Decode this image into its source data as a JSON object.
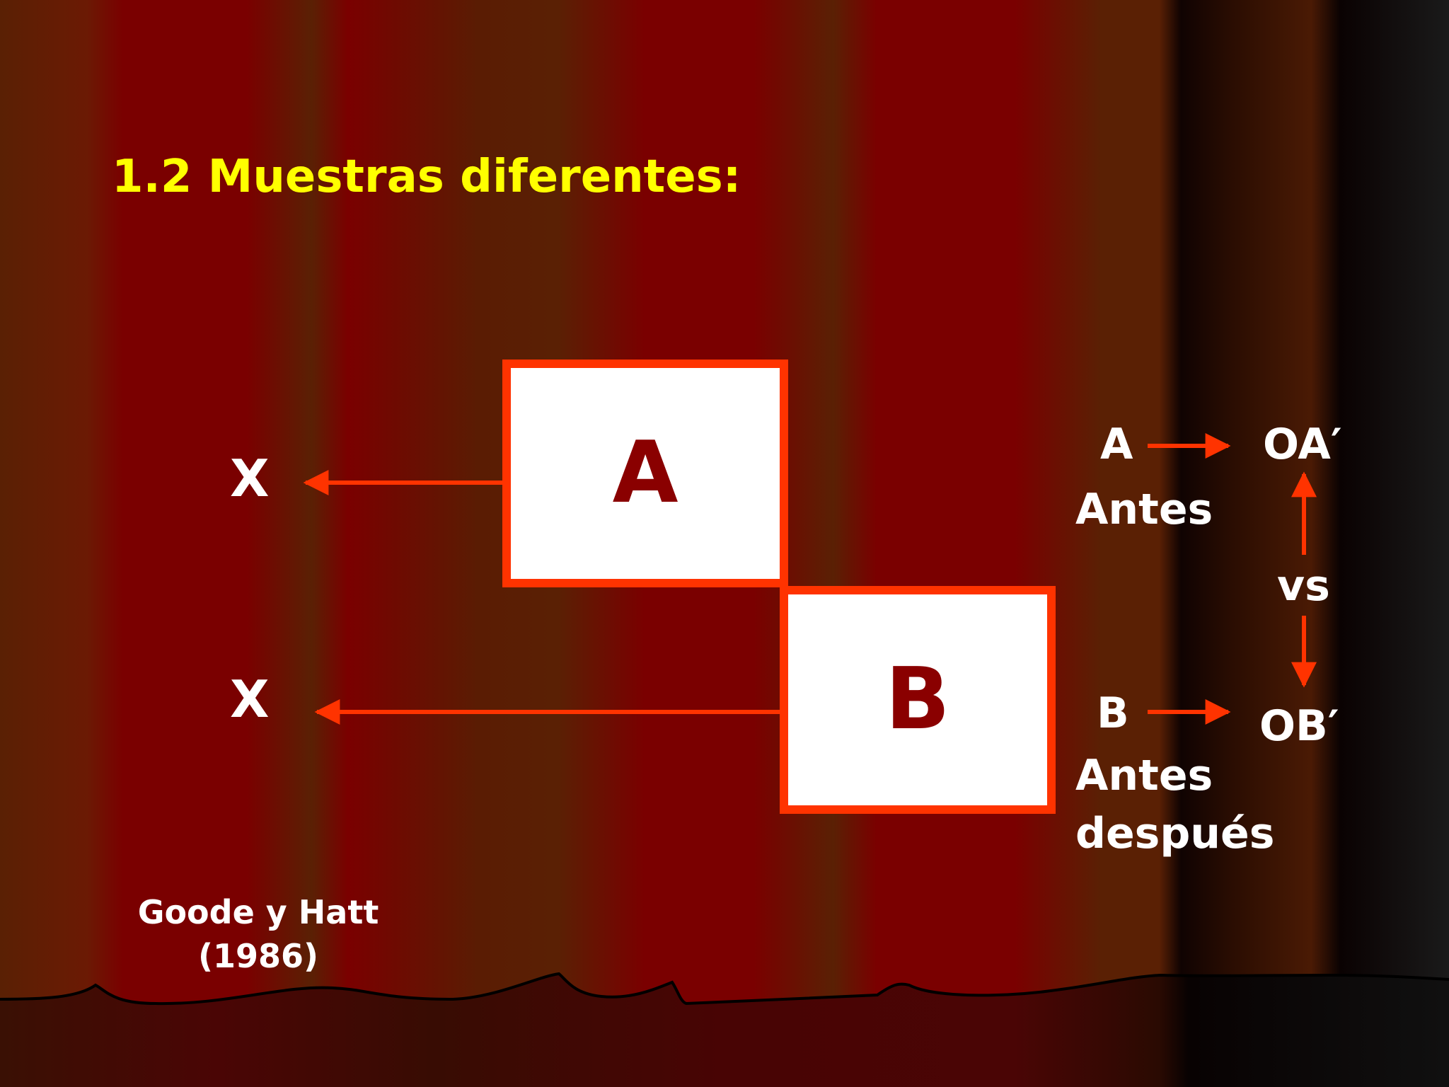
{
  "slide": {
    "title": "1.2 Muestras diferentes:",
    "left_labels": {
      "top": "X",
      "bottom": "X"
    },
    "boxes": {
      "a": "A",
      "b": "B"
    },
    "right": {
      "a_label": "A",
      "a_result": "OA′",
      "a_caption": "Antes",
      "vs": "vs",
      "b_label": "B",
      "b_result": "OB′",
      "b_caption_1": "Antes",
      "b_caption_2": "después"
    },
    "citation": {
      "line1": "Goode y Hatt",
      "line2": "(1986)"
    }
  },
  "colors": {
    "title": "#ffff00",
    "accent": "#ff3300",
    "box_letter": "#8a0000",
    "text": "#ffffff"
  }
}
